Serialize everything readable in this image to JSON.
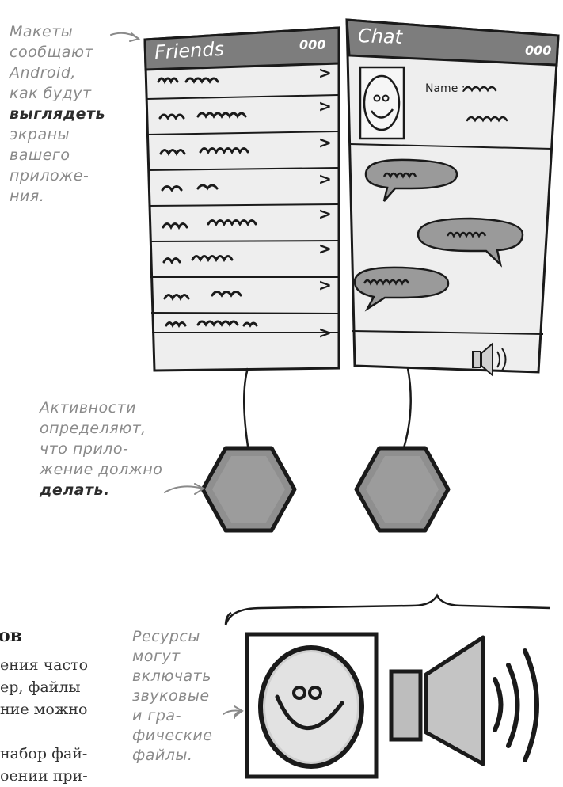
{
  "annotations": {
    "layouts": {
      "lines": [
        "Макеты",
        "сообщают",
        "Android,",
        "как будут"
      ],
      "bold": "выглядеть",
      "tail": [
        "экраны",
        "вашего",
        "приложе-",
        "ния."
      ]
    },
    "activities": {
      "lines": [
        "Активности",
        "определяют,",
        "что прило-",
        "жение должно"
      ],
      "bold": "делать."
    },
    "resources": {
      "lines": [
        "Ресурсы",
        "могут",
        "включать",
        "звуковые",
        "и гра-",
        "фические",
        "файлы."
      ]
    }
  },
  "friends_screen": {
    "title": "Friends",
    "menu_glyph": "000",
    "rows": 8,
    "row_chevron": ">"
  },
  "chat_screen": {
    "title": "Chat",
    "menu_glyph": "000",
    "name_label": "Name :"
  },
  "book_text": {
    "heading": "ов",
    "lines": [
      "ения часто",
      "ер, файлы",
      "ние можно",
      "",
      "набор фай-",
      "оении при-"
    ]
  },
  "colors": {
    "title_bar": "#7d7d7d",
    "screen_bg": "#eeeeee",
    "activity_fill": "#8f8f8f",
    "ink": "#1a1a1a",
    "annotation": "#8a8a8a"
  }
}
